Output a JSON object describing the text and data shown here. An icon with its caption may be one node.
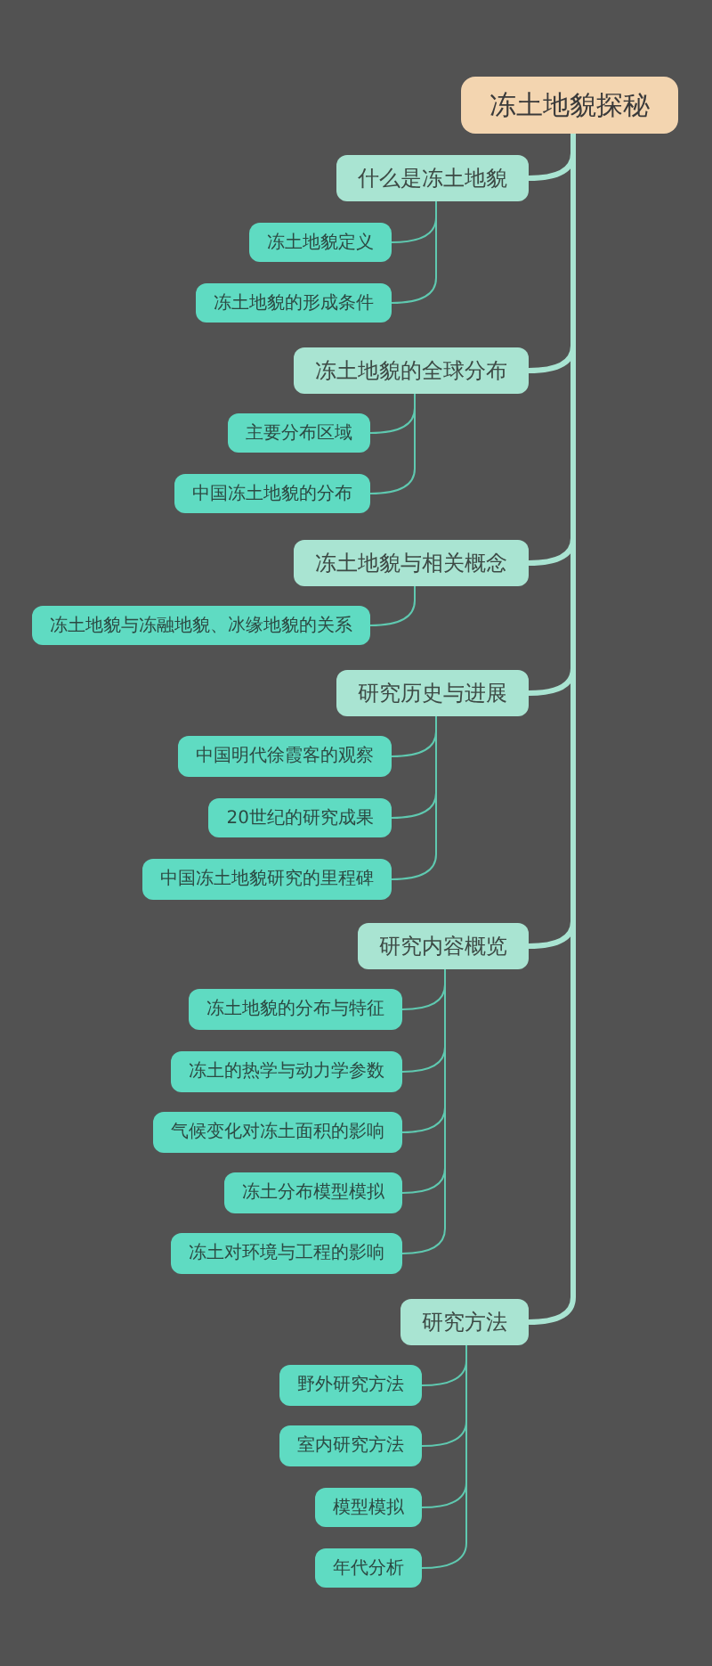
{
  "diagram": {
    "nodes": [
      {
        "text": [
          "冻土地貌探秘"
        ]
      },
      {
        "text": [
          "什么是冻土地貌"
        ]
      },
      {
        "text": [
          "冻土地貌定义"
        ]
      },
      {
        "text": [
          "冻土地貌的形成条件"
        ]
      },
      {
        "text": [
          "冻土地貌的全球分布"
        ]
      },
      {
        "text": [
          "主要分布区域"
        ]
      },
      {
        "text": [
          "中国冻土地貌的分布"
        ]
      },
      {
        "text": [
          "冻土地貌与相关概念"
        ]
      },
      {
        "text": [
          "冻土地貌与冻融地貌、冰缘地貌的关系"
        ]
      },
      {
        "text": [
          "研究历史与进展"
        ]
      },
      {
        "text": [
          "中国明代徐霞客的观察"
        ]
      },
      {
        "text": [
          "20世纪的研究成果"
        ]
      },
      {
        "text": [
          "中国冻土地貌研究的里程碑"
        ]
      },
      {
        "text": [
          "研究内容概览"
        ]
      },
      {
        "text": [
          "冻土地貌的分布与特征"
        ]
      },
      {
        "text": [
          "冻土的热学与动力学参数"
        ]
      },
      {
        "text": [
          "气候变化对冻土面积的影响"
        ]
      },
      {
        "text": [
          "冻土分布模型模拟"
        ]
      },
      {
        "text": [
          "冻土对环境与工程的影响"
        ]
      },
      {
        "text": [
          "研究方法"
        ]
      },
      {
        "text": [
          "野外研究方法"
        ]
      },
      {
        "text": [
          "室内研究方法"
        ]
      },
      {
        "text": [
          "模型模拟"
        ]
      },
      {
        "text": [
          "年代分析"
        ]
      }
    ],
    "edges": [
      {
        "from": 0,
        "to": 1,
        "arrow": "none",
        "style": "thick"
      },
      {
        "from": 1,
        "to": 2,
        "arrow": "none"
      },
      {
        "from": 1,
        "to": 3,
        "arrow": "none"
      },
      {
        "from": 0,
        "to": 4,
        "arrow": "none",
        "style": "thick"
      },
      {
        "from": 4,
        "to": 5,
        "arrow": "none"
      },
      {
        "from": 4,
        "to": 6,
        "arrow": "none"
      },
      {
        "from": 0,
        "to": 7,
        "arrow": "none",
        "style": "thick"
      },
      {
        "from": 7,
        "to": 8,
        "arrow": "none"
      },
      {
        "from": 0,
        "to": 9,
        "arrow": "none",
        "style": "thick"
      },
      {
        "from": 9,
        "to": 10,
        "arrow": "none"
      },
      {
        "from": 9,
        "to": 11,
        "arrow": "none"
      },
      {
        "from": 9,
        "to": 12,
        "arrow": "none"
      },
      {
        "from": 0,
        "to": 13,
        "arrow": "none",
        "style": "thick"
      },
      {
        "from": 13,
        "to": 14,
        "arrow": "none"
      },
      {
        "from": 13,
        "to": 15,
        "arrow": "none"
      },
      {
        "from": 13,
        "to": 16,
        "arrow": "none"
      },
      {
        "from": 13,
        "to": 17,
        "arrow": "none"
      },
      {
        "from": 13,
        "to": 18,
        "arrow": "none"
      },
      {
        "from": 0,
        "to": 19,
        "arrow": "none",
        "style": "thick"
      },
      {
        "from": 19,
        "to": 20,
        "arrow": "none"
      },
      {
        "from": 19,
        "to": 21,
        "arrow": "none"
      },
      {
        "from": 19,
        "to": 22,
        "arrow": "none"
      },
      {
        "from": 19,
        "to": 23,
        "arrow": "none"
      }
    ]
  }
}
